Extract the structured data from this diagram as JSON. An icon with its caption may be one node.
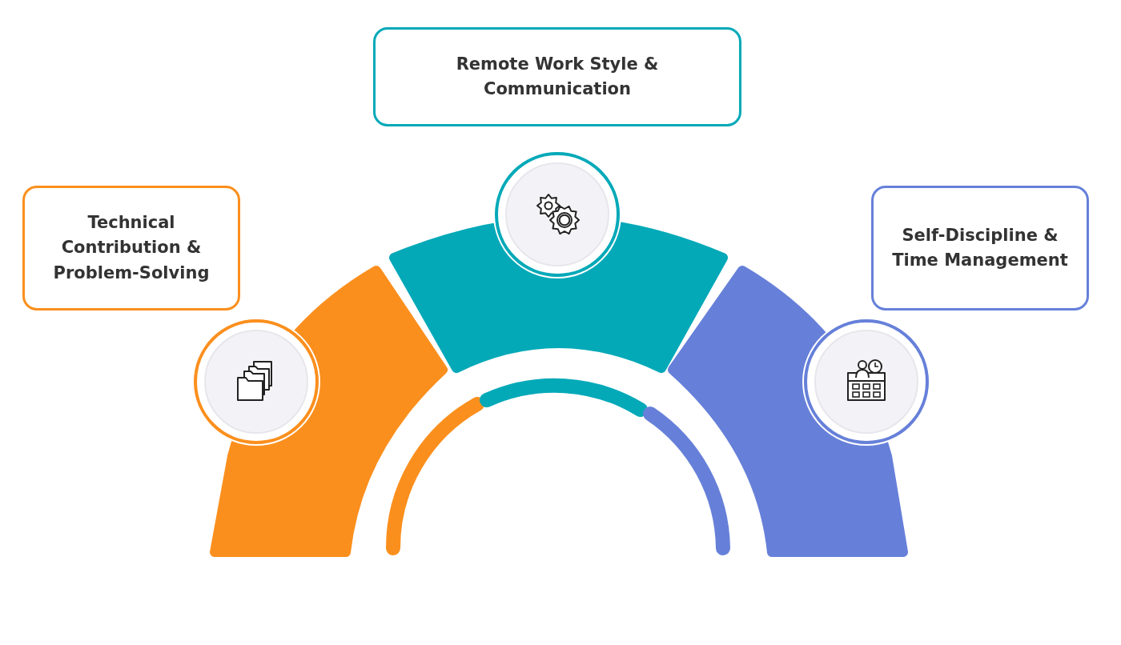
{
  "diagram": {
    "nodes": [
      {
        "text": [
          "Technical Contribution & Problem-Solving"
        ]
      },
      {
        "text": [
          "Remote Work Style & Communication"
        ]
      },
      {
        "text": [
          "Self-Discipline & Time Management"
        ]
      }
    ]
  }
}
